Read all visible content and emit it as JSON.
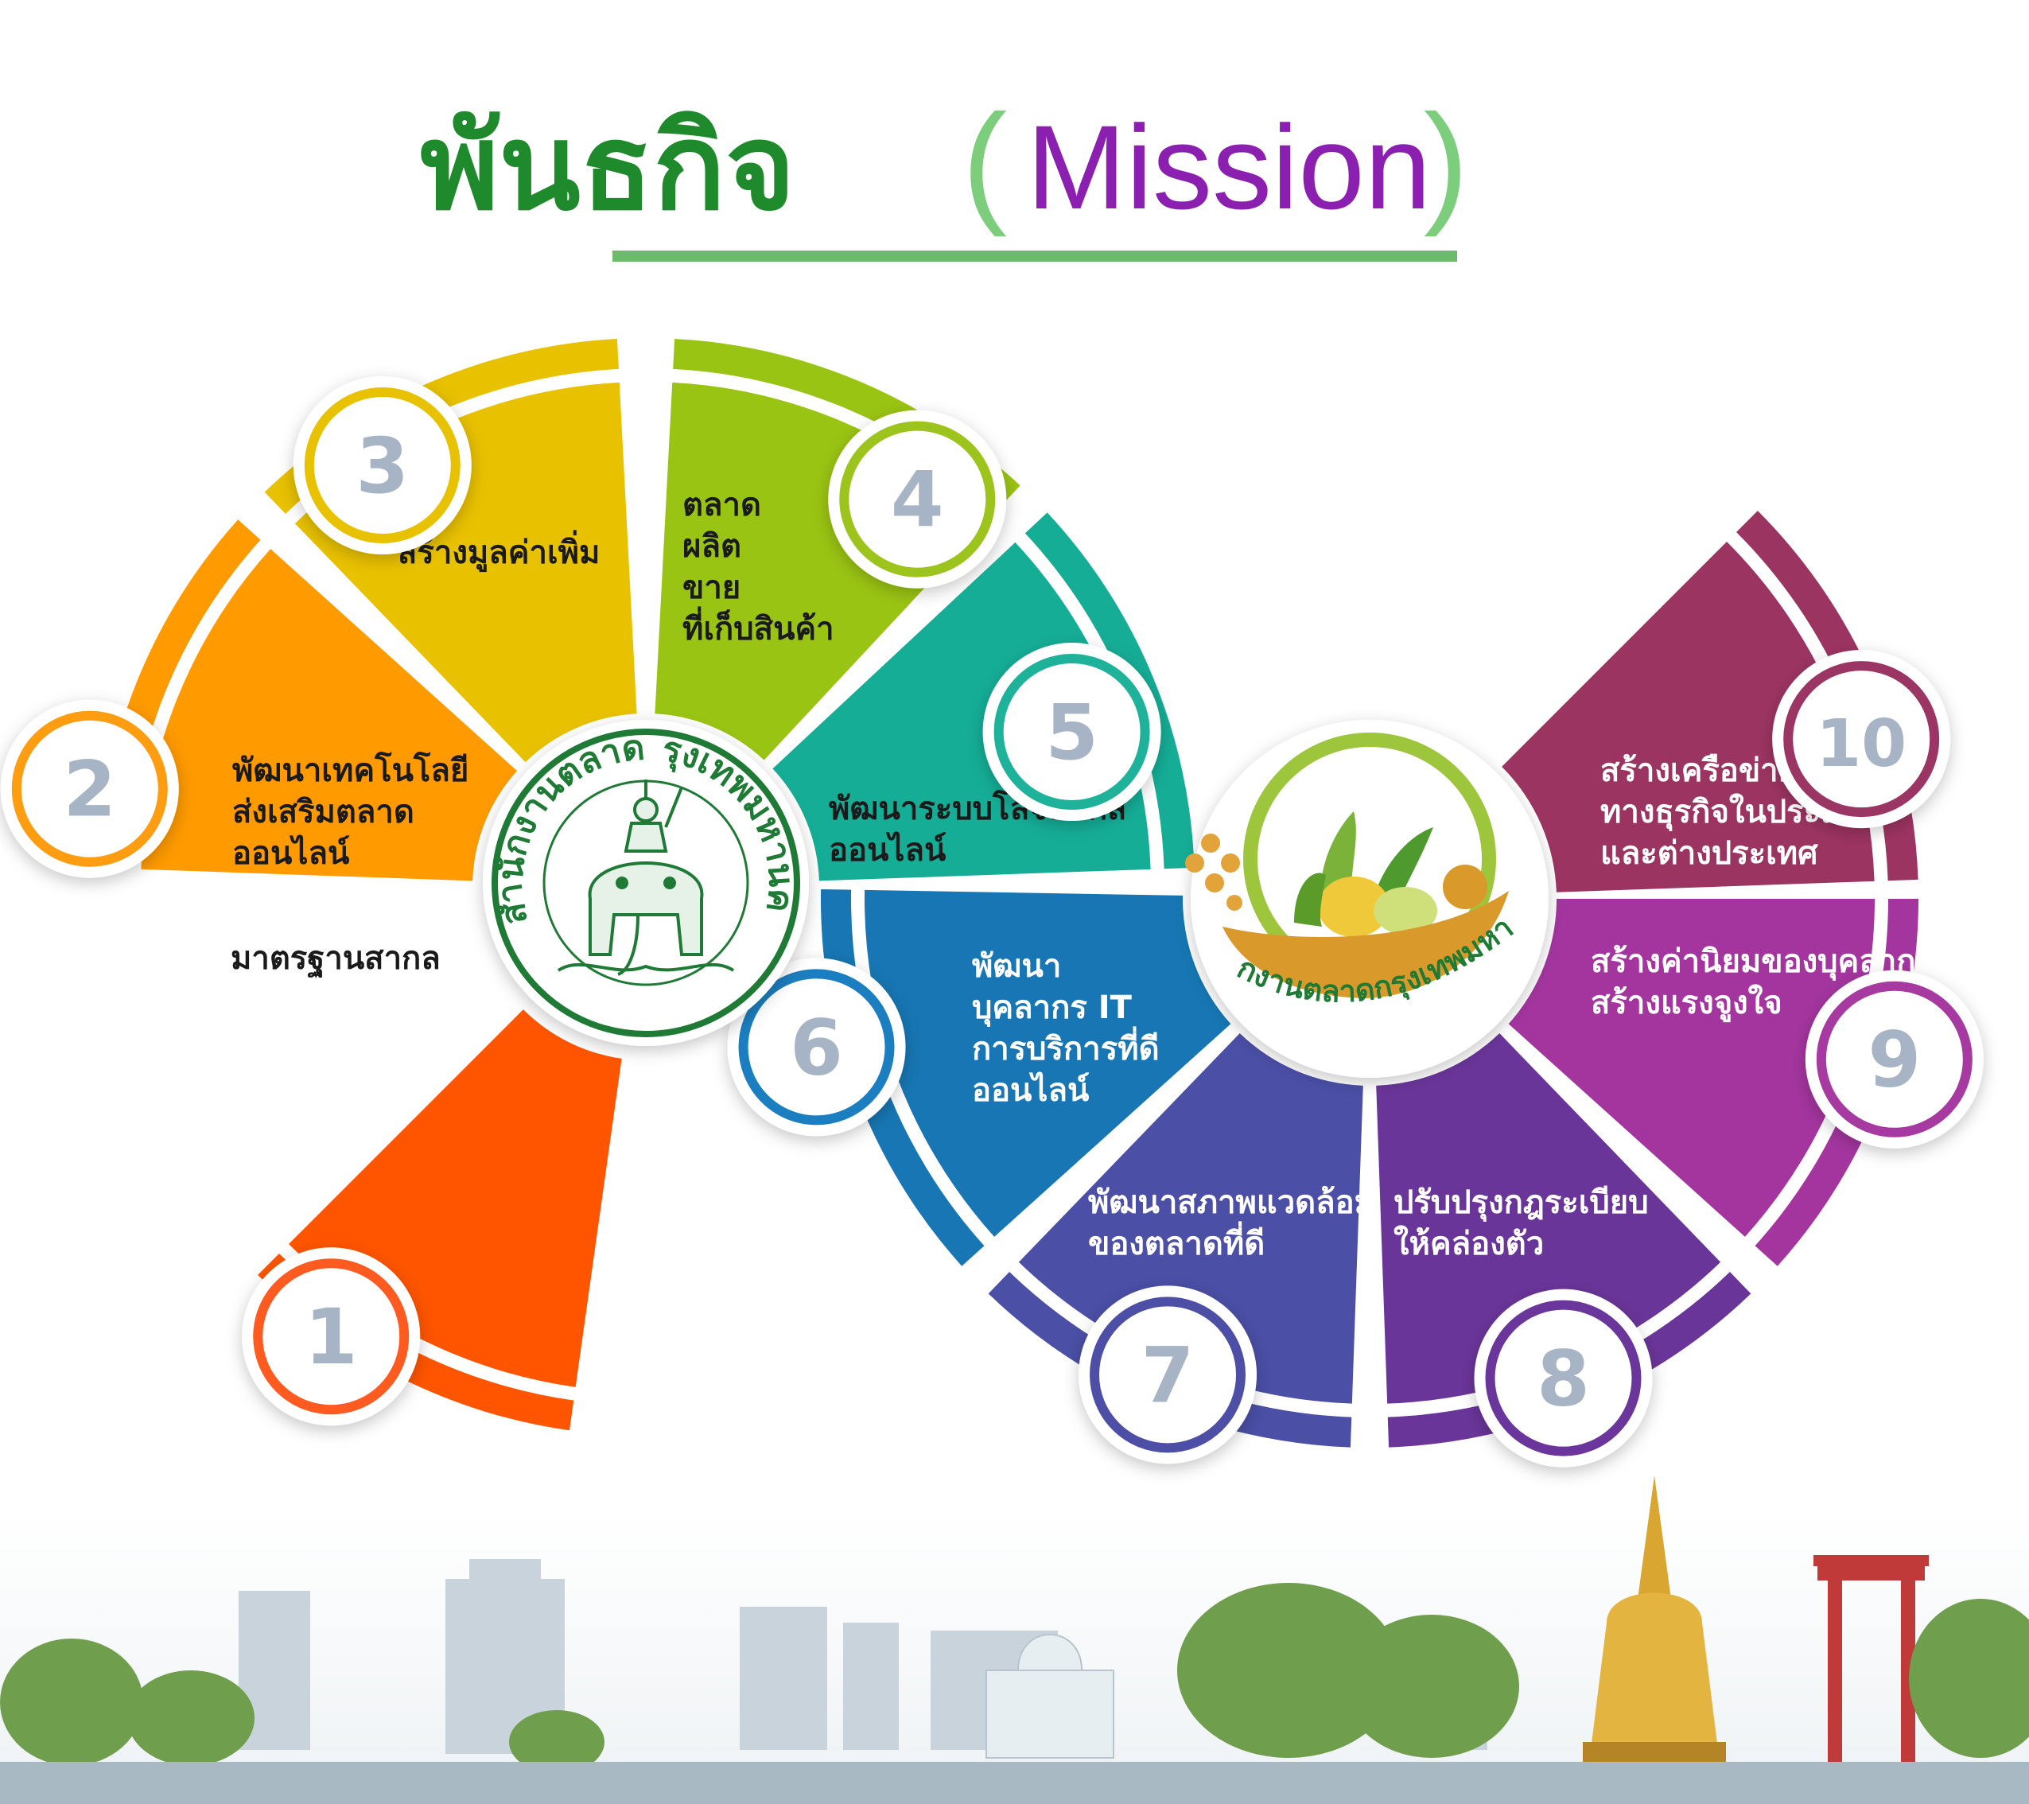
{
  "title": {
    "thai": "พันธกิจ",
    "open": "(",
    "english": "Mission",
    "close": ")"
  },
  "missions": [
    {
      "number": "1",
      "lines": [
        "มาตรฐานสากล"
      ],
      "color": "#ff5500",
      "ring": "#ff5a1f"
    },
    {
      "number": "2",
      "lines": [
        "พัฒนาเทคโนโลยี",
        "ส่งเสริมตลาด",
        "ออนไลน์"
      ],
      "color": "#ff9a00",
      "ring": "#ff9d12"
    },
    {
      "number": "3",
      "lines": [
        "สร้างมูลค่าเพิ่ม"
      ],
      "color": "#e8c100",
      "ring": "#e8c200"
    },
    {
      "number": "4",
      "lines": [
        "ตลาด",
        "ผลิต",
        "ขาย",
        "ที่เก็บสินค้า"
      ],
      "color": "#9ac413",
      "ring": "#9cc41c"
    },
    {
      "number": "5",
      "lines": [
        "พัฒนาระบบโลจิสติกส์",
        "ออนไลน์"
      ],
      "color": "#15ad96",
      "ring": "#1fb29a"
    },
    {
      "number": "6",
      "lines": [
        "พัฒนา",
        "บุคลากร IT",
        "การบริการที่ดี",
        "ออนไลน์"
      ],
      "color": "#1776b3",
      "ring": "#1b7ec0"
    },
    {
      "number": "7",
      "lines": [
        "พัฒนาสภาพแวดล้อม",
        "ของตลาดที่ดี"
      ],
      "color": "#4b4fa6",
      "ring": "#4d4fa6"
    },
    {
      "number": "8",
      "lines": [
        "ปรับปรุงกฎระเบียบ",
        "ให้คล่องตัว"
      ],
      "color": "#6a3599",
      "ring": "#6a369b"
    },
    {
      "number": "9",
      "lines": [
        "สร้างค่านิยมของบุคลากร",
        "สร้างแรงจูงใจ"
      ],
      "color": "#a4359f",
      "ring": "#a63aa0"
    },
    {
      "number": "10",
      "lines": [
        "สร้างเครือข่าย",
        "ทางธุรกิจในประเทศ",
        "และต่างประเทศ"
      ],
      "color": "#9c3461",
      "ring": "#9b3563"
    }
  ],
  "seal": {
    "left_text": "สำนักงานตลาด",
    "right_text": "กรุงเทพมหานคร",
    "color": "#1e7a35"
  },
  "logo": {
    "text": "สำนักงานตลาดกรุงเทพมหานคร",
    "ring_color": "#9dc63c",
    "bowl_color": "#d99a2b"
  }
}
